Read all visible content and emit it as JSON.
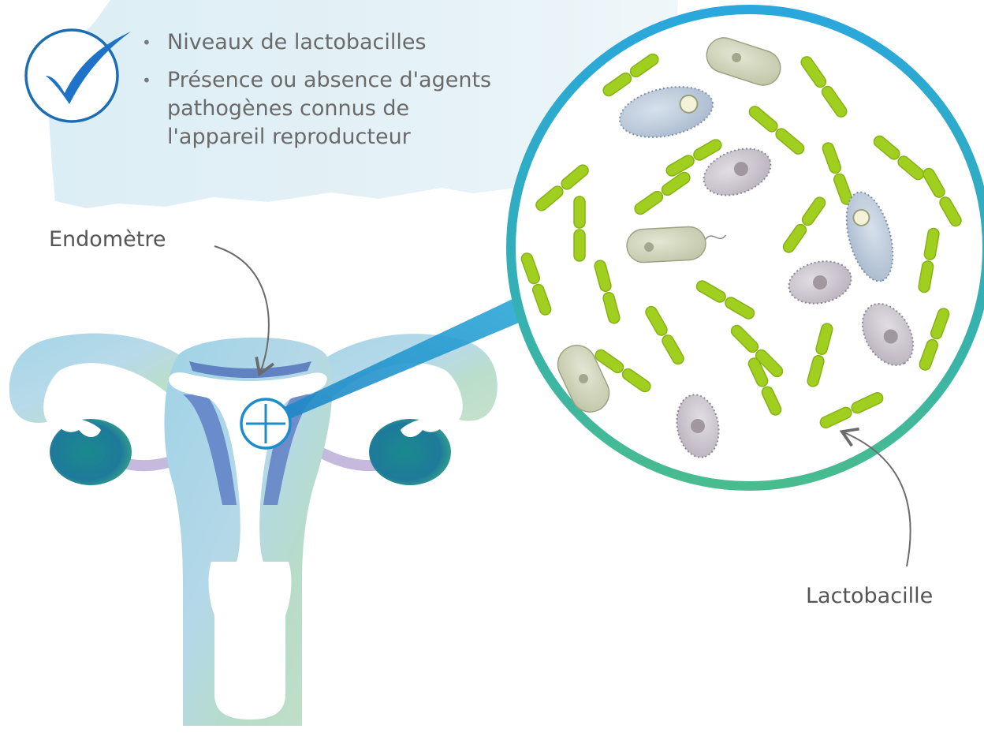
{
  "checklist": {
    "items": [
      "Niveaux de lactobacilles",
      "Présence ou absence d'agents\npathogènes connus de\nl'appareil reproducteur"
    ]
  },
  "labels": {
    "endometrium": "Endomètre",
    "lactobacillus": "Lactobacille"
  },
  "colors": {
    "check_blue": "#1e73c8",
    "check_ring": "#1b6db5",
    "lactobacillus_green": "#9acd1e",
    "ring_blue": "#2ba6d6",
    "ring_teal": "#3db59a",
    "uterus_light": "#a7d6e3",
    "ovary_teal": "#1e8a9a"
  },
  "icons": [
    "checkmark-icon",
    "plus-circle-icon"
  ]
}
